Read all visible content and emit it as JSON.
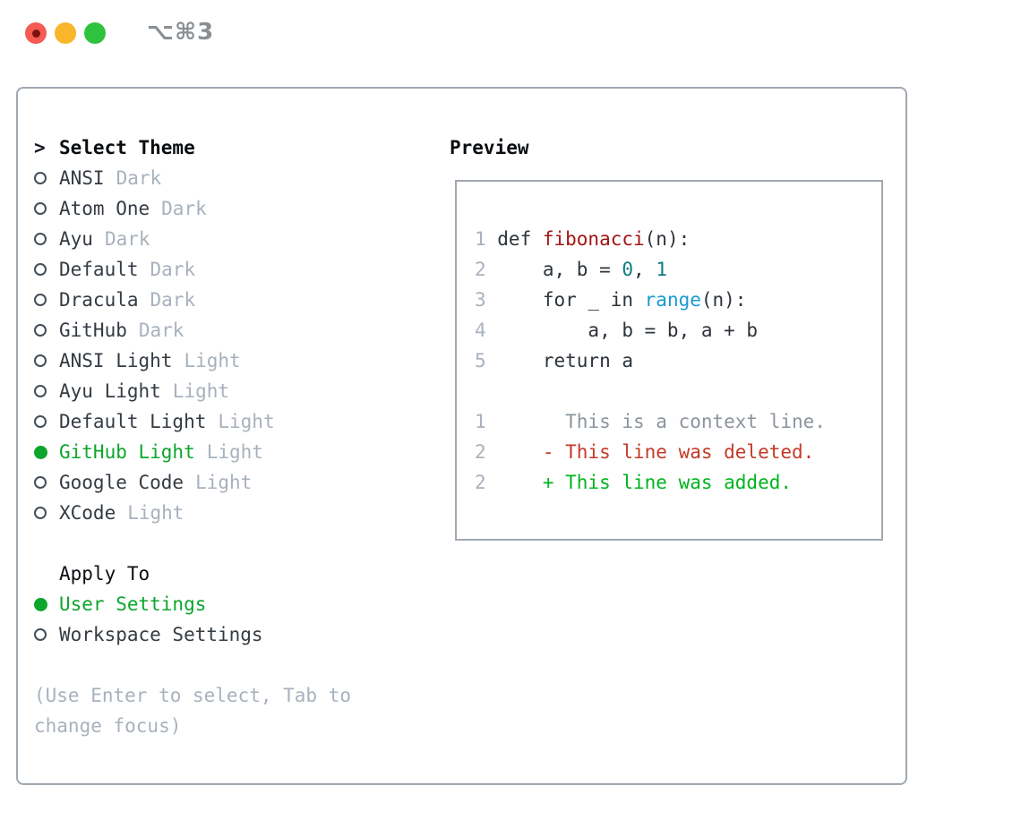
{
  "window": {
    "title_shortcut": "⌥⌘3"
  },
  "traffic_lights": {
    "close": "red",
    "minimize": "yellow",
    "zoom": "green"
  },
  "colors": {
    "accent_green": "#0da62c",
    "diff_deleted": "#c43a28",
    "diff_added": "#00b41e",
    "diff_context": "#8b949e",
    "code_function": "#a31515",
    "code_number": "#0d7d7d",
    "code_builtin": "#1a9ad2",
    "code_plain": "#2d333a",
    "text_dark": "#343b43",
    "text_muted": "#a8b1bd",
    "border": "#a0a8b1",
    "title_gray": "#8a8f94",
    "traffic_red": "#f45b52",
    "traffic_yellow": "#f9b62a",
    "traffic_green": "#2ec23e"
  },
  "theme_panel": {
    "header": {
      "prompt": ">",
      "label": "Select Theme"
    },
    "themes": [
      {
        "name": "ANSI",
        "variant": "Dark",
        "selected": false
      },
      {
        "name": "Atom One",
        "variant": "Dark",
        "selected": false
      },
      {
        "name": "Ayu",
        "variant": "Dark",
        "selected": false
      },
      {
        "name": "Default",
        "variant": "Dark",
        "selected": false
      },
      {
        "name": "Dracula",
        "variant": "Dark",
        "selected": false
      },
      {
        "name": "GitHub",
        "variant": "Dark",
        "selected": false
      },
      {
        "name": "ANSI Light",
        "variant": "Light",
        "selected": false
      },
      {
        "name": "Ayu Light",
        "variant": "Light",
        "selected": false
      },
      {
        "name": "Default Light",
        "variant": "Light",
        "selected": false
      },
      {
        "name": "GitHub Light",
        "variant": "Light",
        "selected": true
      },
      {
        "name": "Google Code",
        "variant": "Light",
        "selected": false
      },
      {
        "name": "XCode",
        "variant": "Light",
        "selected": false
      }
    ],
    "apply_to": {
      "label": "Apply To",
      "options": [
        {
          "name": "User Settings",
          "selected": true
        },
        {
          "name": "Workspace Settings",
          "selected": false
        }
      ]
    },
    "help": [
      "(Use Enter to select, Tab to",
      "change focus)"
    ]
  },
  "preview": {
    "label": "Preview",
    "code_lines": [
      {
        "no": "1",
        "tokens": [
          {
            "t": "def ",
            "c": "plain"
          },
          {
            "t": "fibonacci",
            "c": "func"
          },
          {
            "t": "(n):",
            "c": "plain"
          }
        ]
      },
      {
        "no": "2",
        "tokens": [
          {
            "t": "    a, b = ",
            "c": "plain"
          },
          {
            "t": "0",
            "c": "num"
          },
          {
            "t": ", ",
            "c": "plain"
          },
          {
            "t": "1",
            "c": "num"
          }
        ]
      },
      {
        "no": "3",
        "tokens": [
          {
            "t": "    for _ in ",
            "c": "plain"
          },
          {
            "t": "range",
            "c": "builtin"
          },
          {
            "t": "(n):",
            "c": "plain"
          }
        ]
      },
      {
        "no": "4",
        "tokens": [
          {
            "t": "        a, b = b, a + b",
            "c": "plain"
          }
        ]
      },
      {
        "no": "5",
        "tokens": [
          {
            "t": "    return a",
            "c": "plain"
          }
        ]
      },
      {
        "no": "",
        "tokens": []
      },
      {
        "no": "1",
        "tokens": [
          {
            "t": "      This is a context line.",
            "c": "ctx"
          }
        ]
      },
      {
        "no": "2",
        "tokens": [
          {
            "t": "    - This line was deleted.",
            "c": "del"
          }
        ]
      },
      {
        "no": "2",
        "tokens": [
          {
            "t": "    + This line was added.",
            "c": "add"
          }
        ]
      }
    ]
  }
}
